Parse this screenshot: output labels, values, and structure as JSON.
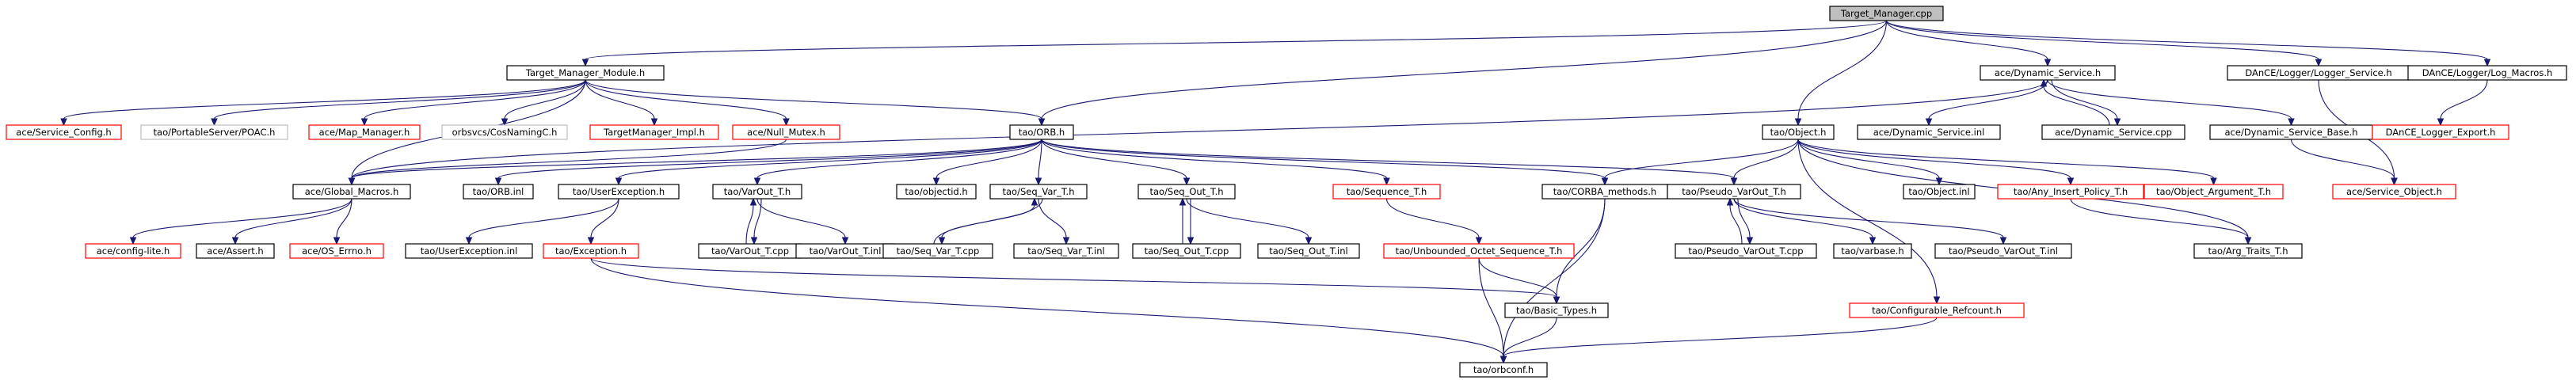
{
  "diagram": {
    "title": "Target_Manager.cpp",
    "colors": {
      "root_fill": "#bfbfbf",
      "normal_border": "#000000",
      "missing_border": "#ff0000",
      "external_border": "#bfbfbf",
      "edge": "#191970",
      "text": "#000000"
    },
    "nodes": [
      {
        "id": "root",
        "label": "Target_Manager.cpp",
        "style": "root"
      },
      {
        "id": "tmm",
        "label": "Target_Manager_Module.h",
        "style": "normal"
      },
      {
        "id": "dynsvc",
        "label": "ace/Dynamic_Service.h",
        "style": "normal"
      },
      {
        "id": "logsvc",
        "label": "DAnCE/Logger/Logger_Service.h",
        "style": "normal"
      },
      {
        "id": "logmac",
        "label": "DAnCE/Logger/Log_Macros.h",
        "style": "normal"
      },
      {
        "id": "svccfg",
        "label": "ace/Service_Config.h",
        "style": "missing"
      },
      {
        "id": "poac",
        "label": "tao/PortableServer/POAC.h",
        "style": "external"
      },
      {
        "id": "mapmgr",
        "label": "ace/Map_Manager.h",
        "style": "missing"
      },
      {
        "id": "cosnam",
        "label": "orbsvcs/CosNamingC.h",
        "style": "external"
      },
      {
        "id": "tmimpl",
        "label": "TargetManager_Impl.h",
        "style": "missing"
      },
      {
        "id": "nullmx",
        "label": "ace/Null_Mutex.h",
        "style": "missing"
      },
      {
        "id": "orbh",
        "label": "tao/ORB.h",
        "style": "normal"
      },
      {
        "id": "objh",
        "label": "tao/Object.h",
        "style": "normal"
      },
      {
        "id": "dsinl",
        "label": "ace/Dynamic_Service.inl",
        "style": "normal"
      },
      {
        "id": "dscpp",
        "label": "ace/Dynamic_Service.cpp",
        "style": "normal"
      },
      {
        "id": "dsbase",
        "label": "ace/Dynamic_Service_Base.h",
        "style": "normal"
      },
      {
        "id": "lexp",
        "label": "DAnCE_Logger_Export.h",
        "style": "missing"
      },
      {
        "id": "gmac",
        "label": "ace/Global_Macros.h",
        "style": "normal"
      },
      {
        "id": "orbinl",
        "label": "tao/ORB.inl",
        "style": "normal"
      },
      {
        "id": "uexh",
        "label": "tao/UserException.h",
        "style": "normal"
      },
      {
        "id": "voth",
        "label": "tao/VarOut_T.h",
        "style": "normal"
      },
      {
        "id": "objid",
        "label": "tao/objectid.h",
        "style": "normal"
      },
      {
        "id": "svth",
        "label": "tao/Seq_Var_T.h",
        "style": "normal"
      },
      {
        "id": "soth",
        "label": "tao/Seq_Out_T.h",
        "style": "normal"
      },
      {
        "id": "seqth",
        "label": "tao/Sequence_T.h",
        "style": "missing"
      },
      {
        "id": "corba",
        "label": "tao/CORBA_methods.h",
        "style": "normal"
      },
      {
        "id": "pvoth",
        "label": "tao/Pseudo_VarOut_T.h",
        "style": "normal"
      },
      {
        "id": "objinl",
        "label": "tao/Object.inl",
        "style": "normal"
      },
      {
        "id": "aipt",
        "label": "tao/Any_Insert_Policy_T.h",
        "style": "missing"
      },
      {
        "id": "oargt",
        "label": "tao/Object_Argument_T.h",
        "style": "missing"
      },
      {
        "id": "svcobj",
        "label": "ace/Service_Object.h",
        "style": "missing"
      },
      {
        "id": "cfglite",
        "label": "ace/config-lite.h",
        "style": "missing"
      },
      {
        "id": "assert",
        "label": "ace/Assert.h",
        "style": "normal"
      },
      {
        "id": "errno",
        "label": "ace/OS_Errno.h",
        "style": "missing"
      },
      {
        "id": "uexinl",
        "label": "tao/UserException.inl",
        "style": "normal"
      },
      {
        "id": "exch",
        "label": "tao/Exception.h",
        "style": "missing"
      },
      {
        "id": "votcpp",
        "label": "tao/VarOut_T.cpp",
        "style": "normal"
      },
      {
        "id": "votinl",
        "label": "tao/VarOut_T.inl",
        "style": "normal"
      },
      {
        "id": "svtcpp",
        "label": "tao/Seq_Var_T.cpp",
        "style": "normal"
      },
      {
        "id": "svtinl",
        "label": "tao/Seq_Var_T.inl",
        "style": "normal"
      },
      {
        "id": "sotcpp",
        "label": "tao/Seq_Out_T.cpp",
        "style": "normal"
      },
      {
        "id": "sotinl",
        "label": "tao/Seq_Out_T.inl",
        "style": "normal"
      },
      {
        "id": "unbo",
        "label": "tao/Unbounded_Octet_Sequence_T.h",
        "style": "missing"
      },
      {
        "id": "pvotcpp",
        "label": "tao/Pseudo_VarOut_T.cpp",
        "style": "normal"
      },
      {
        "id": "varb",
        "label": "tao/varbase.h",
        "style": "normal"
      },
      {
        "id": "pvotinl",
        "label": "tao/Pseudo_VarOut_T.inl",
        "style": "normal"
      },
      {
        "id": "argt",
        "label": "tao/Arg_Traits_T.h",
        "style": "normal"
      },
      {
        "id": "btyp",
        "label": "tao/Basic_Types.h",
        "style": "normal"
      },
      {
        "id": "cref",
        "label": "tao/Configurable_Refcount.h",
        "style": "missing"
      },
      {
        "id": "orbconf",
        "label": "tao/orbconf.h",
        "style": "normal"
      }
    ],
    "edges": [
      [
        "root",
        "tmm"
      ],
      [
        "root",
        "orbh"
      ],
      [
        "root",
        "dynsvc"
      ],
      [
        "root",
        "objh"
      ],
      [
        "root",
        "logsvc"
      ],
      [
        "root",
        "logmac"
      ],
      [
        "tmm",
        "svccfg"
      ],
      [
        "tmm",
        "poac"
      ],
      [
        "tmm",
        "mapmgr"
      ],
      [
        "tmm",
        "cosnam"
      ],
      [
        "tmm",
        "tmimpl"
      ],
      [
        "tmm",
        "nullmx"
      ],
      [
        "tmm",
        "orbh"
      ],
      [
        "tmm",
        "gmac"
      ],
      [
        "dynsvc",
        "gmac"
      ],
      [
        "dynsvc",
        "dsinl"
      ],
      [
        "dynsvc",
        "dscpp"
      ],
      [
        "dynsvc",
        "dsbase"
      ],
      [
        "dscpp",
        "dynsvc"
      ],
      [
        "dsbase",
        "svcobj"
      ],
      [
        "logsvc",
        "svcobj"
      ],
      [
        "logmac",
        "lexp"
      ],
      [
        "nullmx",
        "gmac"
      ],
      [
        "orbh",
        "gmac"
      ],
      [
        "orbh",
        "orbinl"
      ],
      [
        "orbh",
        "uexh"
      ],
      [
        "orbh",
        "voth"
      ],
      [
        "orbh",
        "objid"
      ],
      [
        "orbh",
        "svth"
      ],
      [
        "orbh",
        "soth"
      ],
      [
        "orbh",
        "seqth"
      ],
      [
        "orbh",
        "corba"
      ],
      [
        "orbh",
        "pvoth"
      ],
      [
        "objh",
        "corba"
      ],
      [
        "objh",
        "pvoth"
      ],
      [
        "objh",
        "objinl"
      ],
      [
        "objh",
        "aipt"
      ],
      [
        "objh",
        "oargt"
      ],
      [
        "objh",
        "argt"
      ],
      [
        "objh",
        "cref"
      ],
      [
        "aipt",
        "argt"
      ],
      [
        "gmac",
        "cfglite"
      ],
      [
        "gmac",
        "assert"
      ],
      [
        "gmac",
        "errno"
      ],
      [
        "uexh",
        "uexinl"
      ],
      [
        "uexh",
        "exch"
      ],
      [
        "exch",
        "btyp"
      ],
      [
        "exch",
        "orbconf"
      ],
      [
        "voth",
        "votcpp"
      ],
      [
        "voth",
        "votinl"
      ],
      [
        "votcpp",
        "voth"
      ],
      [
        "svth",
        "svtcpp"
      ],
      [
        "svth",
        "svtinl"
      ],
      [
        "svtcpp",
        "svth"
      ],
      [
        "soth",
        "sotcpp"
      ],
      [
        "soth",
        "sotinl"
      ],
      [
        "sotcpp",
        "soth"
      ],
      [
        "seqth",
        "unbo"
      ],
      [
        "unbo",
        "btyp"
      ],
      [
        "unbo",
        "orbconf"
      ],
      [
        "corba",
        "btyp"
      ],
      [
        "corba",
        "orbconf"
      ],
      [
        "pvoth",
        "pvotcpp"
      ],
      [
        "pvoth",
        "varb"
      ],
      [
        "pvoth",
        "pvotinl"
      ],
      [
        "pvotcpp",
        "pvoth"
      ],
      [
        "btyp",
        "orbconf"
      ],
      [
        "cref",
        "orbconf"
      ]
    ]
  }
}
